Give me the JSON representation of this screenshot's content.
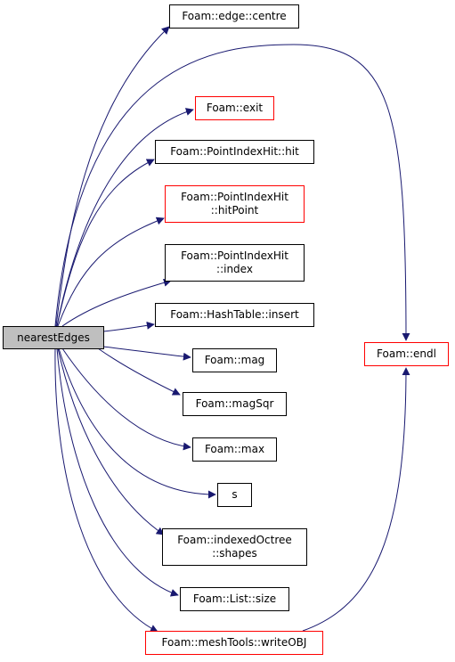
{
  "graph": {
    "colors": {
      "edge": "#191970",
      "node_border_black": "#000000",
      "node_border_red": "#ff0000",
      "root_fill": "#bfbfbf",
      "node_fill": "#ffffff"
    },
    "root": {
      "label": "nearestEdges"
    },
    "nodes": [
      {
        "id": "edge_centre",
        "lines": [
          "Foam::edge::centre"
        ],
        "border": "black"
      },
      {
        "id": "exit",
        "lines": [
          "Foam::exit"
        ],
        "border": "red"
      },
      {
        "id": "hit",
        "lines": [
          "Foam::PointIndexHit::hit"
        ],
        "border": "black"
      },
      {
        "id": "hitPoint",
        "lines": [
          "Foam::PointIndexHit",
          "::hitPoint"
        ],
        "border": "red"
      },
      {
        "id": "index",
        "lines": [
          "Foam::PointIndexHit",
          "::index"
        ],
        "border": "black"
      },
      {
        "id": "insert",
        "lines": [
          "Foam::HashTable::insert"
        ],
        "border": "black"
      },
      {
        "id": "mag",
        "lines": [
          "Foam::mag"
        ],
        "border": "black"
      },
      {
        "id": "magSqr",
        "lines": [
          "Foam::magSqr"
        ],
        "border": "black"
      },
      {
        "id": "max",
        "lines": [
          "Foam::max"
        ],
        "border": "black"
      },
      {
        "id": "s",
        "lines": [
          "s"
        ],
        "border": "black"
      },
      {
        "id": "shapes",
        "lines": [
          "Foam::indexedOctree",
          "::shapes"
        ],
        "border": "black"
      },
      {
        "id": "size",
        "lines": [
          "Foam::List::size"
        ],
        "border": "black"
      },
      {
        "id": "writeOBJ",
        "lines": [
          "Foam::meshTools::writeOBJ"
        ],
        "border": "red"
      },
      {
        "id": "endl",
        "lines": [
          "Foam::endl"
        ],
        "border": "red"
      }
    ]
  }
}
